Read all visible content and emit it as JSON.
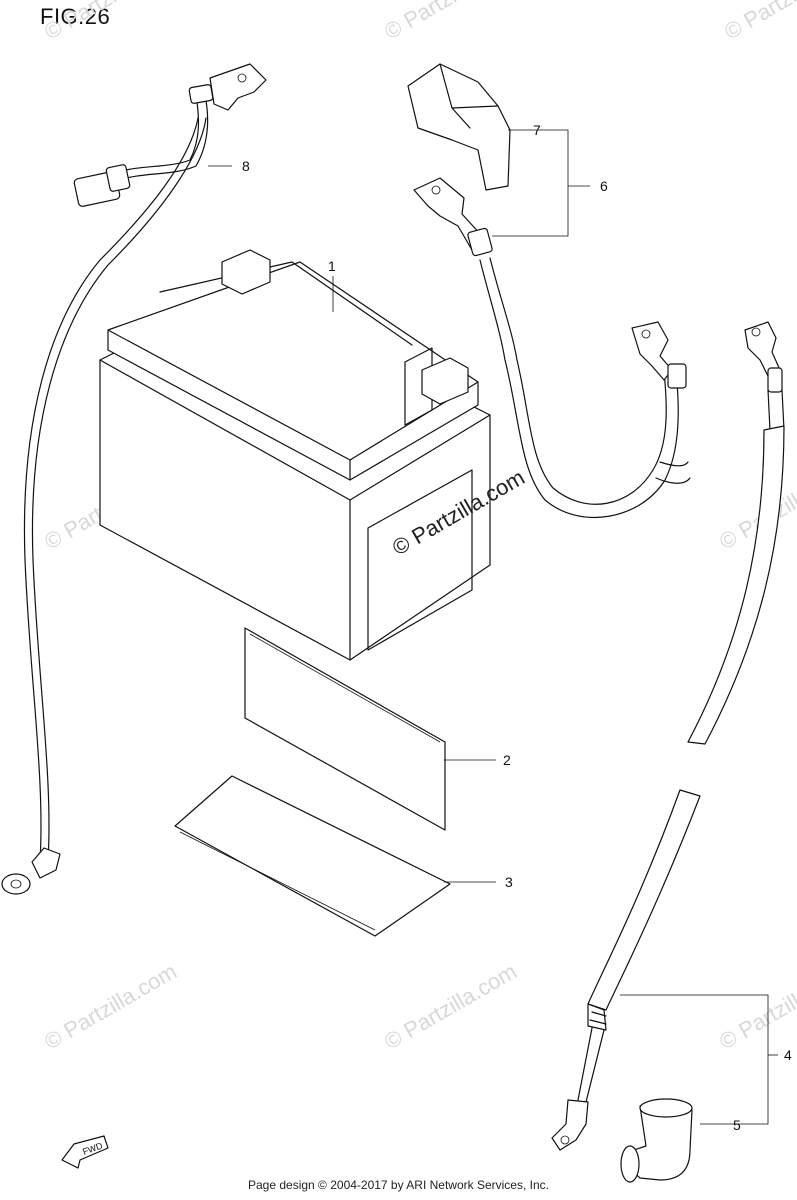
{
  "figure": {
    "title": "FIG.26"
  },
  "callouts": [
    {
      "id": "1",
      "label": "1"
    },
    {
      "id": "2",
      "label": "2"
    },
    {
      "id": "3",
      "label": "3"
    },
    {
      "id": "4",
      "label": "4"
    },
    {
      "id": "5",
      "label": "5"
    },
    {
      "id": "6",
      "label": "6"
    },
    {
      "id": "7",
      "label": "7"
    },
    {
      "id": "8",
      "label": "8"
    }
  ],
  "watermark": {
    "main": "© Partzilla.com",
    "faint": "© Partzilla.com"
  },
  "fwd_label": "FWD",
  "footer": "Page design © 2004-2017 by ARI Network Services, Inc."
}
